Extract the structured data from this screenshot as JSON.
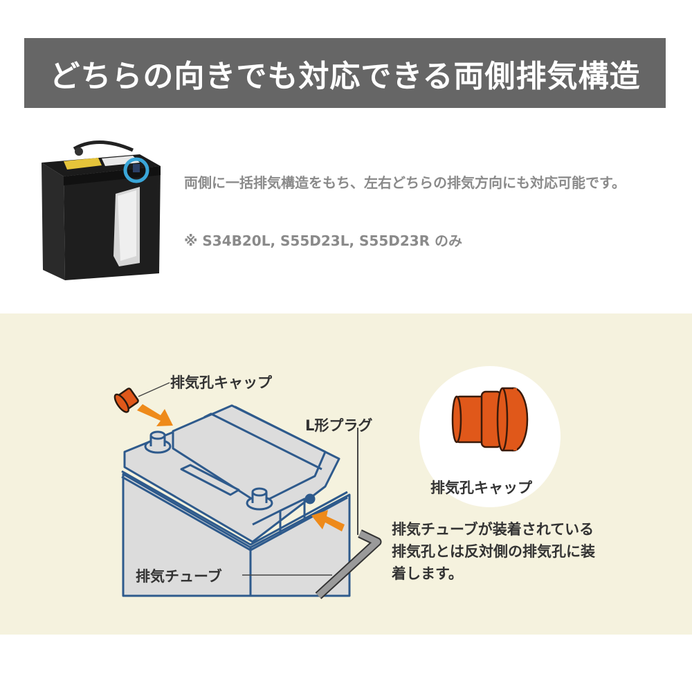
{
  "banner": {
    "title": "どちらの向きでも対応できる両側排気構造",
    "background_color": "#666666",
    "text_color": "#ffffff"
  },
  "product": {
    "photo_alt": "battery-product-photo",
    "highlight_color": "#3aa6d8"
  },
  "description": {
    "text": "両側に一括排気構造をもち、左右どちらの排気方向にも対応可能です。",
    "note": "※  S34B20L, S55D23L, S55D23R のみ",
    "text_color": "#8a8a8a"
  },
  "diagram": {
    "background_color": "#f5f2de",
    "labels": {
      "vent_cap_top": "排気孔キャップ",
      "l_plug": "L形プラグ",
      "exhaust_tube": "排気チューブ",
      "vent_cap_circle": "排気孔キャップ"
    },
    "instructions": "排気チューブが装着されている排気孔とは反対側の排気孔に装着します。",
    "colors": {
      "battery_outline": "#2e5a8c",
      "battery_fill": "#dcdcdc",
      "arrow": "#ee8a1a",
      "cap": "#e0581a",
      "tube": "#8c8c8c"
    }
  }
}
